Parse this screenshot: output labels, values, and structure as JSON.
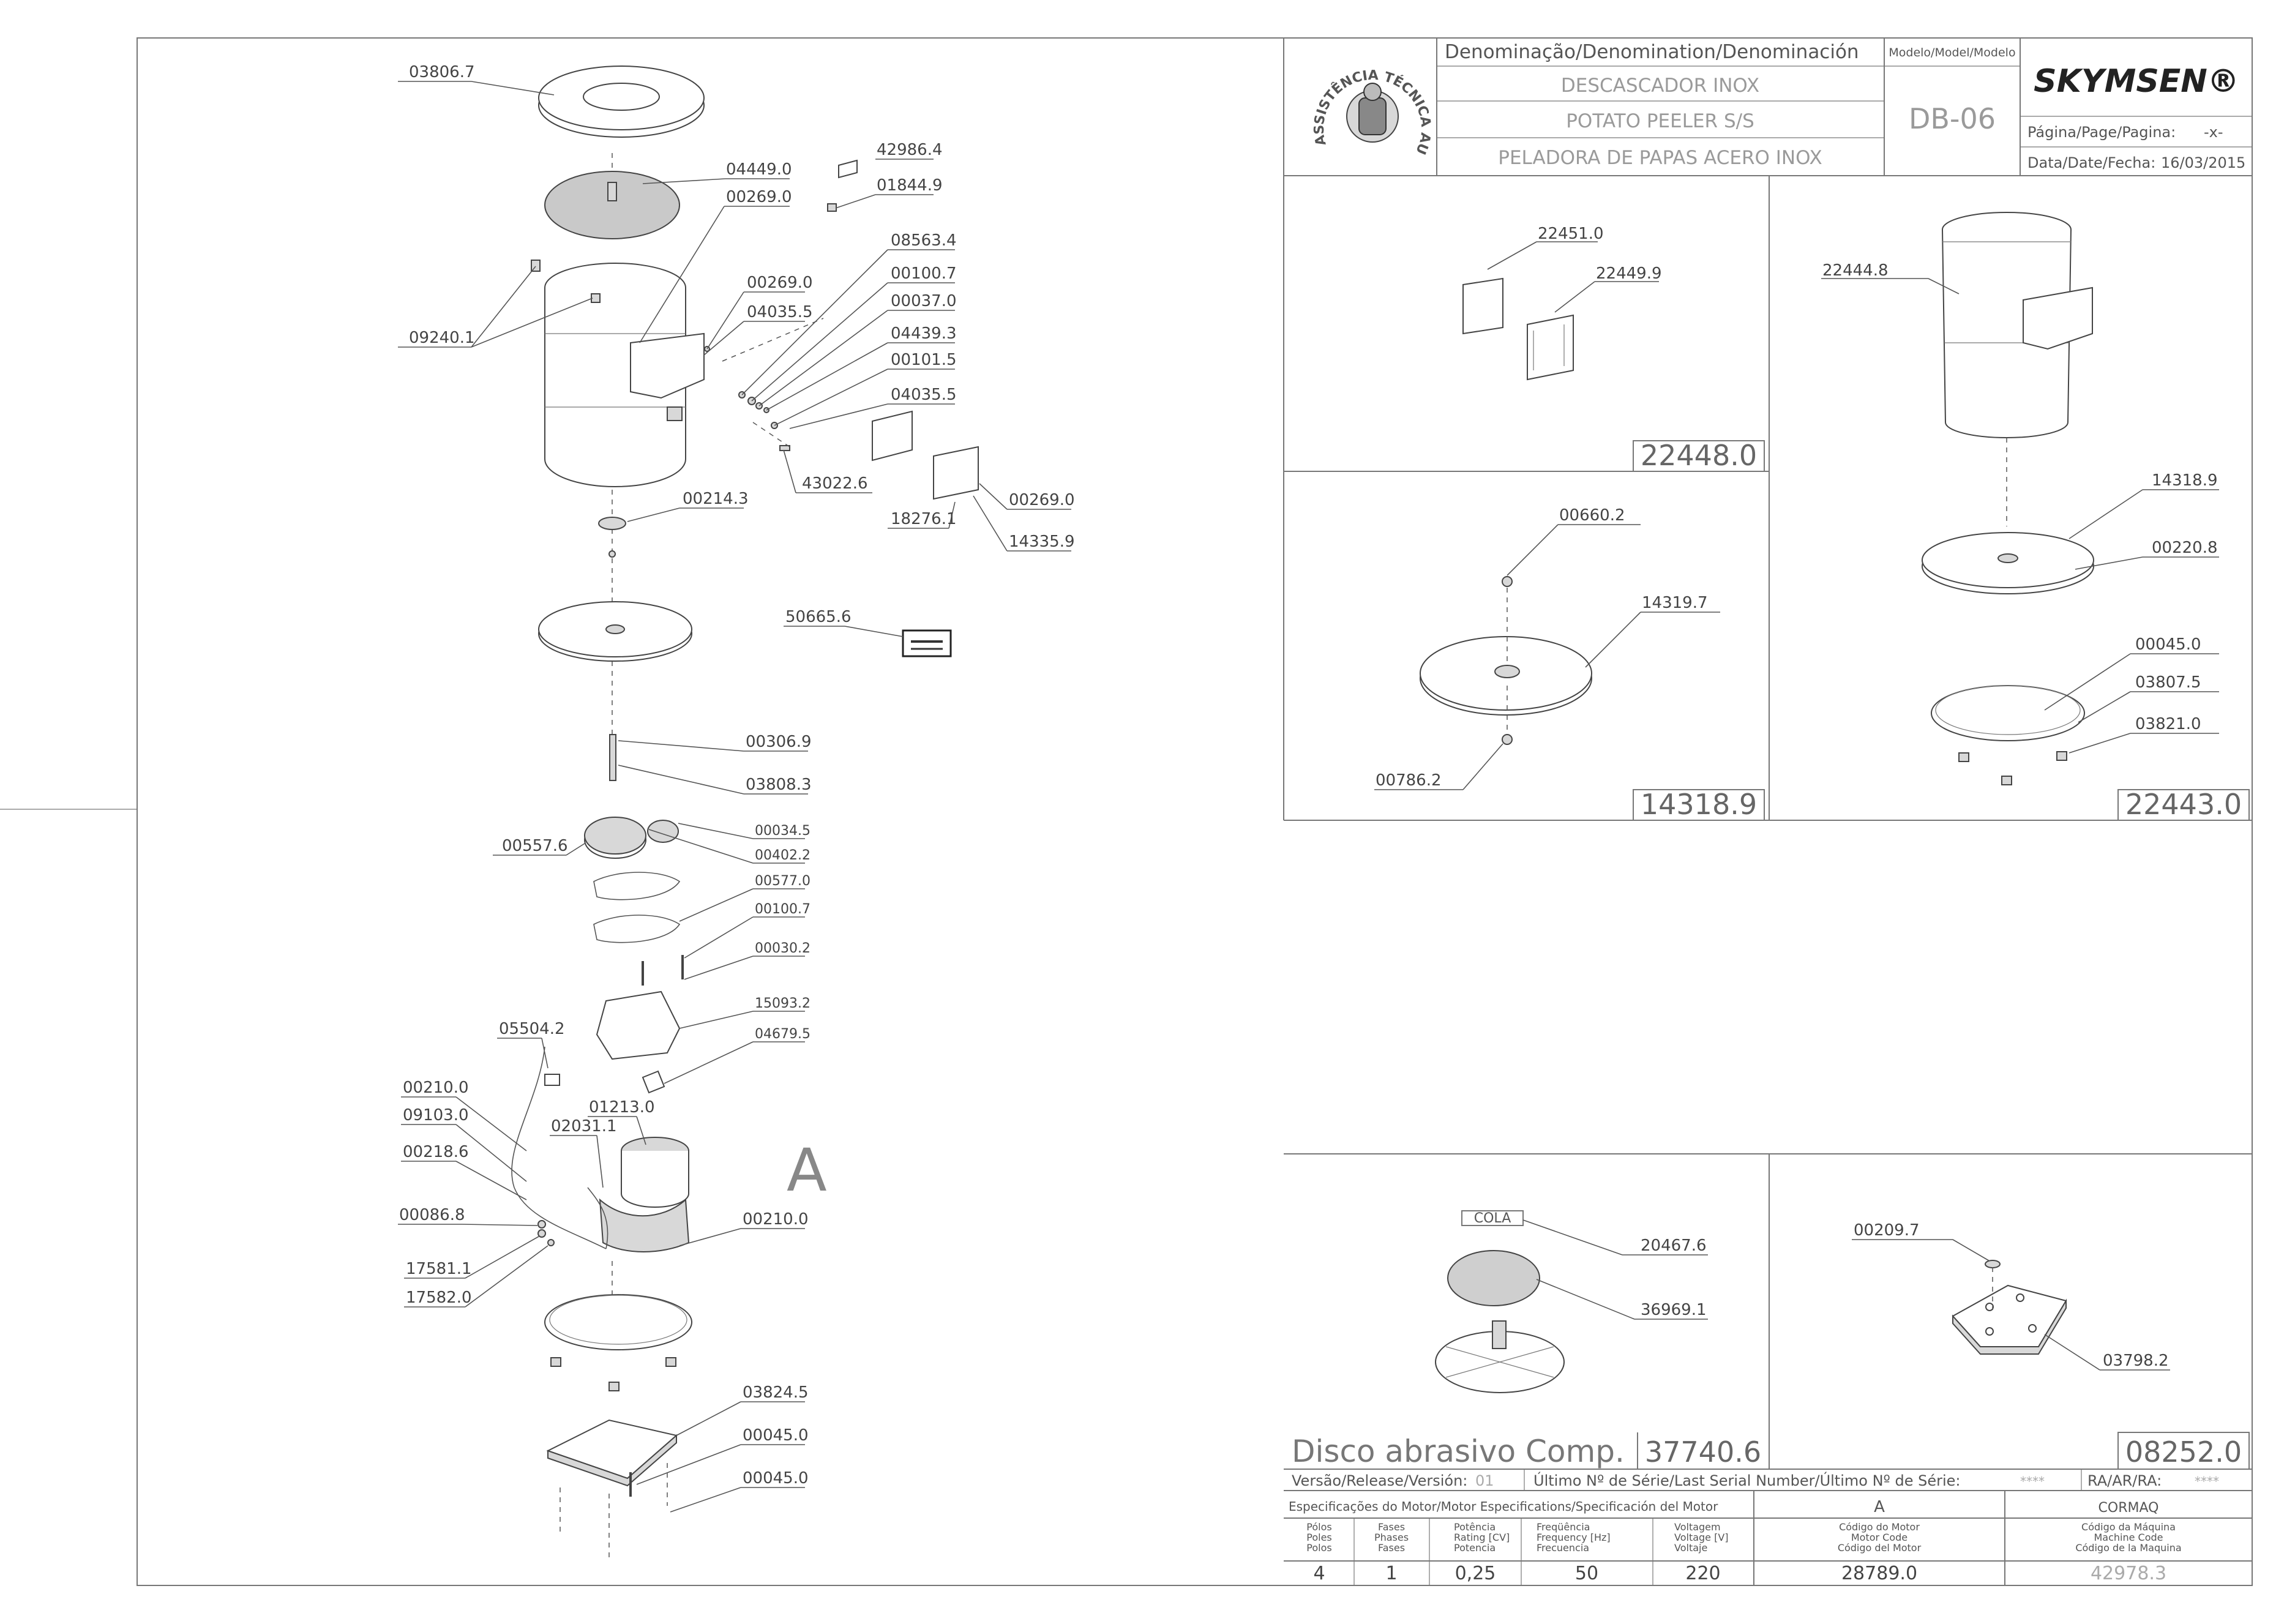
{
  "title_block": {
    "denomination_header": "Denominação/Denomination/Denominación",
    "name_pt": "DESCASCADOR INOX",
    "name_en": "POTATO PEELER S/S",
    "name_es": "PELADORA DE PAPAS ACERO INOX",
    "model_header": "Modelo/Model/Modelo",
    "model": "DB-06",
    "brand": "SKYMSEN®",
    "page_label": "Página/Page/Pagina:",
    "page_value": "-x-",
    "date_label": "Data/Date/Fecha:",
    "date_value": "16/03/2015",
    "seal_text": "ASSISTÊNCIA TÉCNICA AUTORIZADA"
  },
  "main_parts": [
    "03806.7",
    "04449.0",
    "00269.0",
    "42986.4",
    "01844.9",
    "08563.4",
    "00100.7",
    "00037.0",
    "00269.0",
    "04035.5",
    "04439.3",
    "00101.5",
    "04035.5",
    "09240.1",
    "43022.6",
    "18276.1",
    "00269.0",
    "14335.9",
    "00214.3",
    "50665.6",
    "00306.9",
    "03808.3",
    "00557.6",
    "00034.5",
    "00402.2",
    "00577.0",
    "00100.7",
    "00030.2",
    "15093.2",
    "04679.5",
    "05504.2",
    "00210.0",
    "09103.0",
    "00218.6",
    "02031.1",
    "01213.0",
    "00086.8",
    "00210.0",
    "17581.1",
    "17582.0",
    "03824.5",
    "00045.0",
    "00045.0"
  ],
  "detail_letter": "A",
  "panels": {
    "p22448": {
      "code": "22448.0",
      "parts": [
        "22451.0",
        "22449.9"
      ]
    },
    "p14318": {
      "code": "14318.9",
      "parts": [
        "00660.2",
        "14319.7",
        "00786.2"
      ]
    },
    "p22443": {
      "code": "22443.0",
      "parts": [
        "22444.8",
        "14318.9",
        "00220.8",
        "00045.0",
        "03807.5",
        "03821.0"
      ]
    },
    "p37740": {
      "code": "37740.6",
      "title": "Disco abrasivo Comp.",
      "cola": "COLA",
      "parts": [
        "20467.6",
        "36969.1"
      ]
    },
    "p08252": {
      "code": "08252.0",
      "parts": [
        "00209.7",
        "03798.2"
      ]
    }
  },
  "footer": {
    "version_label": "Versão/Release/Versión:",
    "version_value": "01",
    "serial_label": "Último Nº de Série/Last Serial Number/Último Nº de Série:",
    "serial_value": "****",
    "ra_label": "RA/AR/RA:",
    "ra_value": "****",
    "motor_spec_label": "Especificações do Motor/Motor Especifications/Specificación del Motor",
    "motor_col": "A",
    "machine_col": "CORMAQ",
    "columns": [
      {
        "pt": "Pólos",
        "en": "Poles",
        "es": "Polos",
        "value": "4"
      },
      {
        "pt": "Fases",
        "en": "Phases",
        "es": "Fases",
        "value": "1"
      },
      {
        "pt": "Potência",
        "en": "Rating [CV]",
        "es": "Potencia",
        "value": "0,25"
      },
      {
        "pt": "Freqüência",
        "en": "Frequency [Hz]",
        "es": "Frecuencia",
        "value": "50"
      },
      {
        "pt": "Voltagem",
        "en": "Voltage [V]",
        "es": "Voltaje",
        "value": "220"
      },
      {
        "pt": "Código do Motor",
        "en": "Motor Code",
        "es": "Código del Motor",
        "value": "28789.0"
      },
      {
        "pt": "Código da Máquina",
        "en": "Machine Code",
        "es": "Código de la Maquina",
        "value": "42978.3"
      }
    ]
  }
}
